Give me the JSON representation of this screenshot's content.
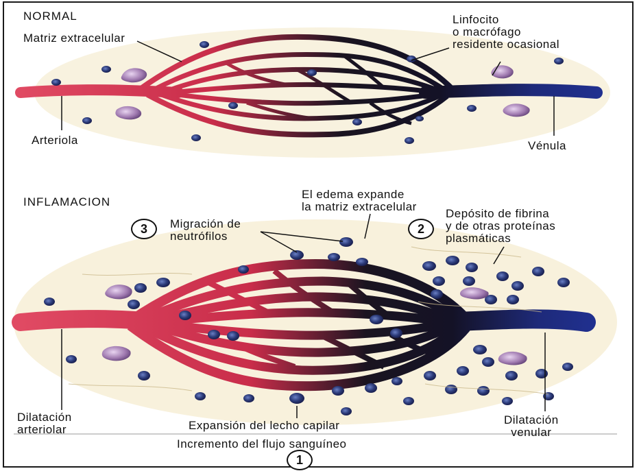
{
  "normal": {
    "title": "NORMAL",
    "matriz": "Matriz extracelular",
    "linfocito": [
      "Linfocito",
      "o macrófago",
      "residente ocasional"
    ],
    "arteriola": "Arteriola",
    "venula": "Vénula"
  },
  "inflamacion": {
    "title": "INFLAMACION",
    "edema": [
      "El edema expande",
      "la matriz extracelular"
    ],
    "migracion_num": "3",
    "migracion": [
      "Migración de",
      "neutrófilos"
    ],
    "deposito_num": "2",
    "deposito": [
      "Depósito de fibrina",
      "y de otras proteínas",
      "plasmáticas"
    ],
    "dil_arteriolar": [
      "Dilatación",
      "arteriolar"
    ],
    "expansion": "Expansión del lecho capilar",
    "dil_venular": [
      "Dilatación",
      "venular"
    ],
    "flujo": "Incremento del flujo sanguíneo",
    "flujo_num": "1"
  },
  "colors": {
    "arterial": "#d83a55",
    "capillary": "#1a1420",
    "venous": "#1e2a7a",
    "cell": "#2b3a78",
    "macrophage": "#a07ab0",
    "matrix": "#f3e7c4"
  }
}
